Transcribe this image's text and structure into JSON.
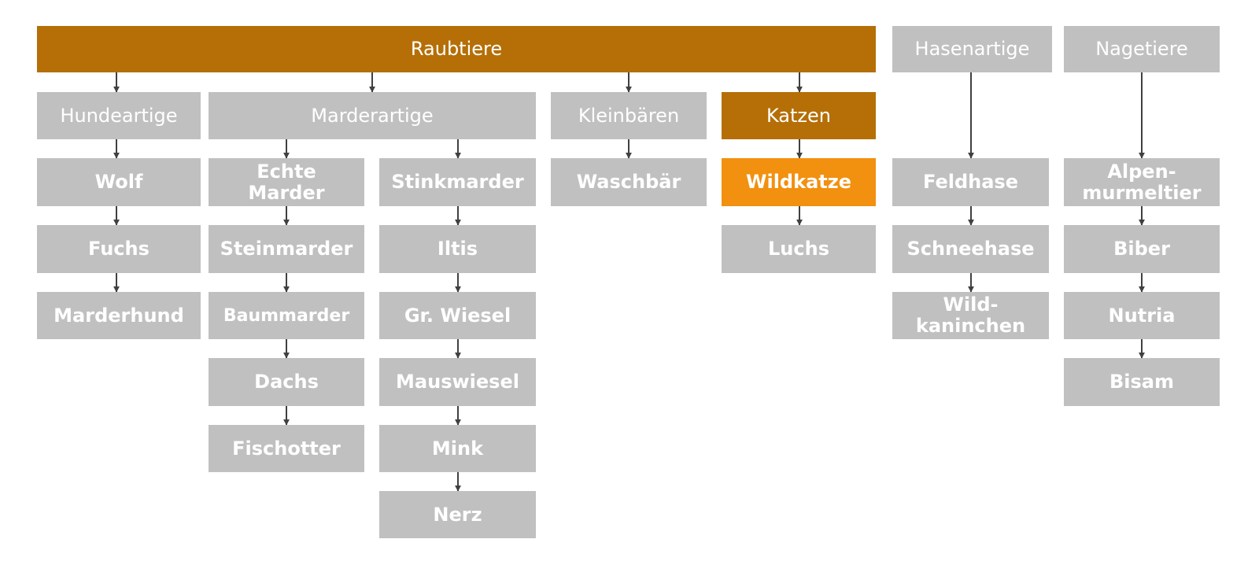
{
  "colors": {
    "box_grey": "#c0c0c0",
    "box_dark_orange": "#b56f06",
    "box_orange": "#f2900f",
    "text": "#ffffff",
    "connector": "#404040"
  },
  "diagram": {
    "nodes": {
      "raubtiere": "Raubtiere",
      "hasenartige": "Hasenartige",
      "nagetiere": "Nagetiere",
      "hundeartige": "Hundeartige",
      "marderartige": "Marderartige",
      "kleinbaeren": "Kleinbären",
      "katzen": "Katzen",
      "wolf": "Wolf",
      "fuchs": "Fuchs",
      "marderhund": "Marderhund",
      "echte_marder_1": "Echte",
      "echte_marder_2": "Marder",
      "steinmarder": "Steinmarder",
      "baummarder": "Baummarder",
      "dachs": "Dachs",
      "fischotter": "Fischotter",
      "stinkmarder": "Stinkmarder",
      "iltis": "Iltis",
      "gr_wiesel": "Gr. Wiesel",
      "mauswiesel": "Mauswiesel",
      "mink": "Mink",
      "nerz": "Nerz",
      "waschbaer": "Waschbär",
      "wildkatze": "Wildkatze",
      "luchs": "Luchs",
      "feldhase": "Feldhase",
      "schneehase": "Schneehase",
      "wildkaninchen_1": "Wild-",
      "wildkaninchen_2": "kaninchen",
      "alpenmurmeltier_1": "Alpen-",
      "alpenmurmeltier_2": "murmeltier",
      "biber": "Biber",
      "nutria": "Nutria",
      "bisam": "Bisam"
    }
  }
}
